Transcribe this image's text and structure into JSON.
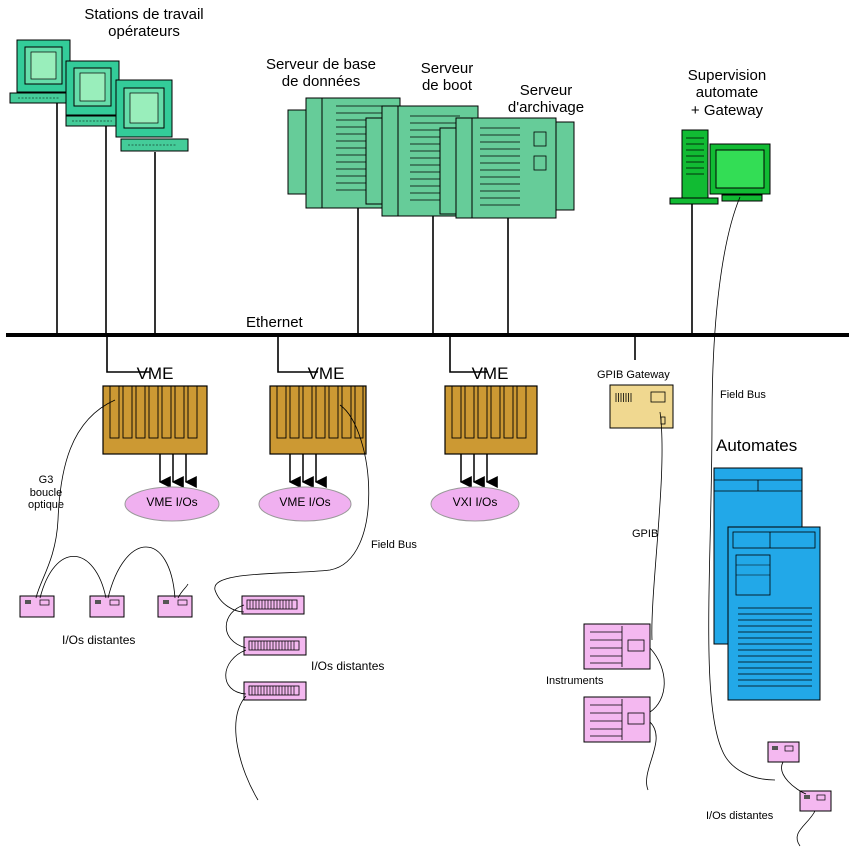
{
  "labels": {
    "stations_line1": "Stations de travail",
    "stations_line2": "opérateurs",
    "db_server_line1": "Serveur de base",
    "db_server_line2": "de données",
    "boot_server_line1": "Serveur",
    "boot_server_line2": "de boot",
    "archive_server_line1": "Serveur",
    "archive_server_line2": "d'archivage",
    "supervision_line1": "Supervision",
    "supervision_line2": "automate",
    "supervision_line3": "+ Gateway",
    "ethernet": "Ethernet",
    "vme_1": "VME",
    "vme_2": "VME",
    "vme_3": "VME",
    "vme_ios_1": "VME I/Os",
    "vme_ios_2": "VME I/Os",
    "vxi_ios": "VXI I/Os",
    "gpib_gateway": "GPIB Gateway",
    "field_bus_top": "Field Bus",
    "automates": "Automates",
    "g3_line1": "G3",
    "g3_line2": "boucle",
    "g3_line3": "optique",
    "field_bus_mid": "Field Bus",
    "gpib": "GPIB",
    "ios_distantes_left": "I/Os distantes",
    "ios_distantes_mid": "I/Os distantes",
    "instruments": "Instruments",
    "ios_distantes_right": "I/Os distantes"
  },
  "colors": {
    "workstation": "#33cc99",
    "server": "#66cc99",
    "vme_crate": "#cc9933",
    "io_ellipse": "#f0b0f0",
    "gateway": "#f0d890",
    "plc": "#22a8e8",
    "remote_io": "#f4b8f0",
    "instrument": "#f4b8f0",
    "bus": "#000000"
  }
}
